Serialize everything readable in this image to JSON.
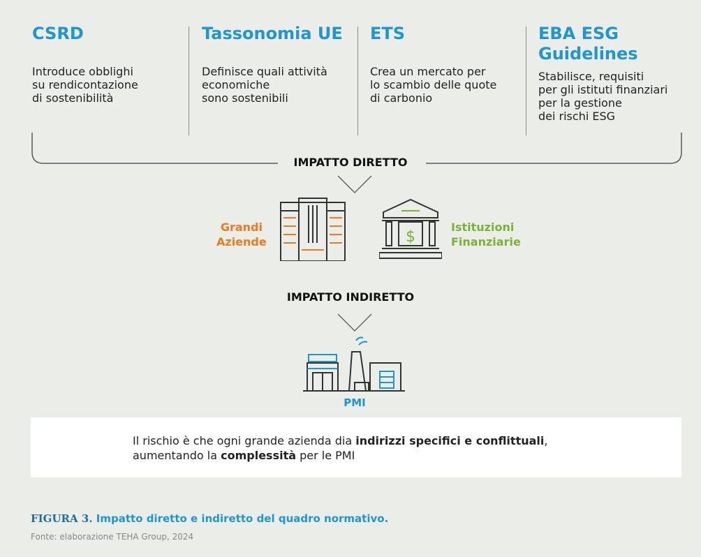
{
  "columns": [
    {
      "title": "CSRD",
      "lines": [
        "Introduce obblighi",
        "su rendicontazione",
        "di sostenibilità"
      ]
    },
    {
      "title": "Tassonomia UE",
      "lines": [
        "Definisce quali attività",
        "economiche",
        "sono sostenibili"
      ]
    },
    {
      "title": "ETS",
      "lines": [
        "Crea un mercato per",
        "lo scambio delle quote",
        "di carbonio"
      ]
    },
    {
      "title_lines": [
        "EBA ESG",
        "Guidelines"
      ],
      "lines": [
        "Stabilisce, requisiti",
        "per gli istituti finanziari",
        "per la gestione",
        "dei rischi ESG"
      ]
    }
  ],
  "direct_impact": "IMPATTO DIRETTO",
  "indirect_impact": "IMPATTO INDIRETTO",
  "entities": {
    "large_companies": [
      "Grandi",
      "Aziende"
    ],
    "financial_institutions": [
      "Istituzioni",
      "Finanziarie"
    ],
    "sme": "PMI"
  },
  "icons": {
    "large_companies": "office-building-icon",
    "financial_institutions": "bank-icon",
    "sme": "factory-icon"
  },
  "note": {
    "part1": "Il rischio è che ogni grande azienda dia ",
    "bold1": "indirizzi specifici e conflittuali",
    "part2": ",",
    "part3": "aumentando la ",
    "bold2": "complessità",
    "part4": " per le PMI"
  },
  "caption": {
    "number": "FIGURA 3.",
    "title": "Impatto diretto e indiretto del quadro normativo.",
    "source": "Fonte: elaborazione TEHA Group, 2024"
  },
  "colors": {
    "title_blue": "#1e96d2",
    "orange": "#ee7a1e",
    "green": "#7ab234",
    "line_gray": "#5a5a5a"
  }
}
